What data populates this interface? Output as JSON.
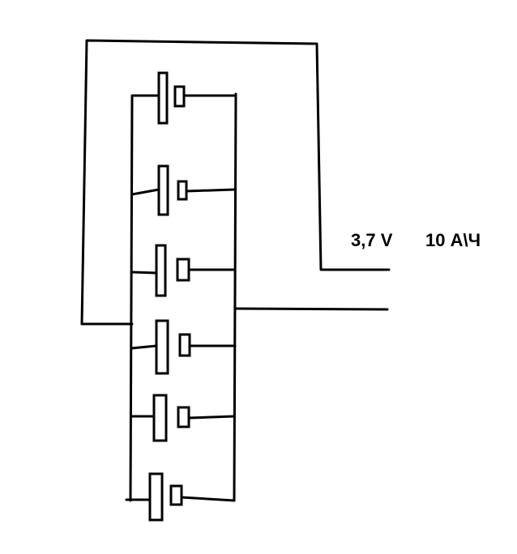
{
  "labels": {
    "voltage": "3,7 V",
    "capacity": "10 А\\Ч"
  },
  "colors": {
    "ink": "#000000",
    "background": "#ffffff"
  },
  "cells": {
    "count": 6,
    "connection": "parallel"
  }
}
